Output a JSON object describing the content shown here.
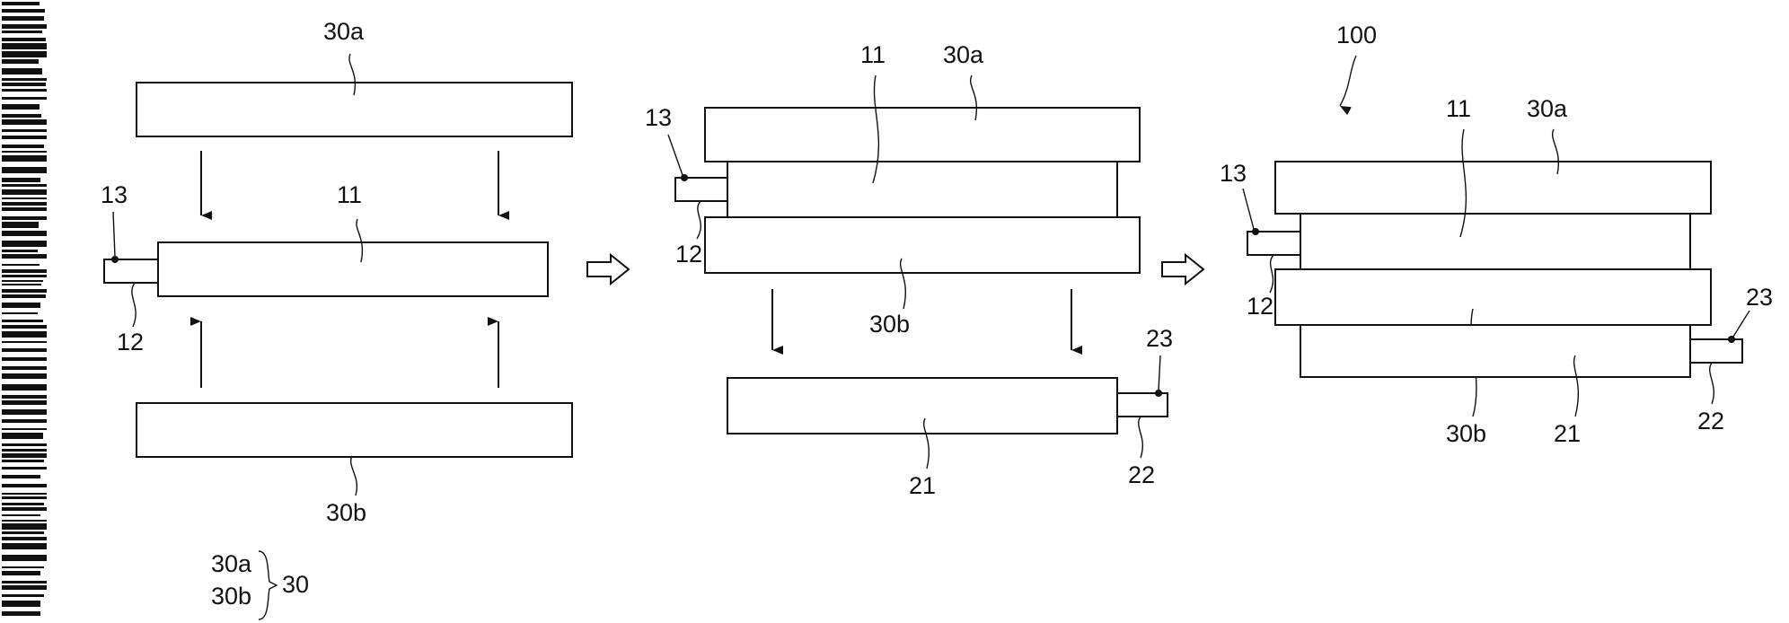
{
  "diagram": {
    "step1": {
      "top_plate": "30a",
      "cell": "11",
      "bottom_plate": "30b",
      "tab": "12",
      "terminal": "13",
      "legend": {
        "item_a": "30a",
        "item_b": "30b",
        "group": "30"
      }
    },
    "step2": {
      "cell": "11",
      "top_plate": "30a",
      "terminal": "13",
      "tab": "12",
      "bottom_plate": "30b",
      "second_cell": "21",
      "second_tab": "22",
      "second_terminal": "23"
    },
    "step3": {
      "assembly": "100",
      "cell": "11",
      "top_plate": "30a",
      "terminal": "13",
      "tab": "12",
      "bottom_plate": "30b",
      "second_cell": "21",
      "second_tab": "22",
      "second_terminal": "23"
    }
  }
}
